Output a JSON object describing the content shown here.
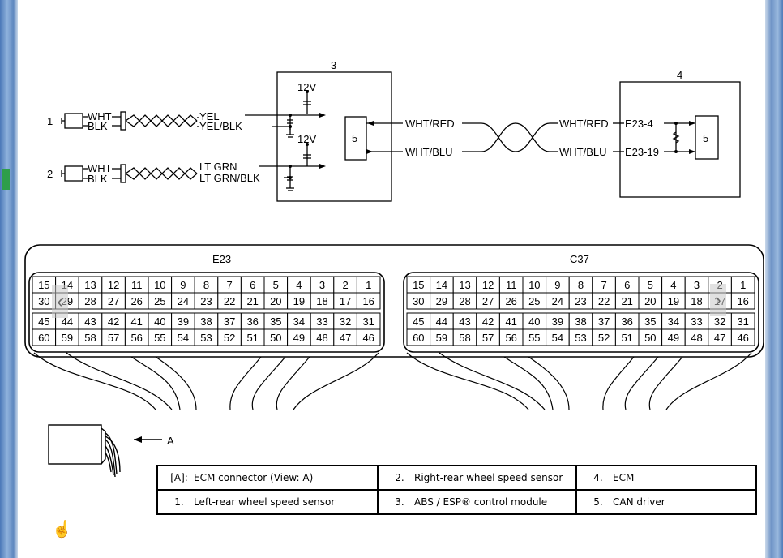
{
  "diagram": {
    "sensors": [
      {
        "num": "1",
        "wire_a": "WHT",
        "wire_b": "BLK",
        "out_a": "YEL",
        "out_b": "YEL/BLK"
      },
      {
        "num": "2",
        "wire_a": "WHT",
        "wire_b": "BLK",
        "out_a": "LT GRN",
        "out_b": "LT GRN/BLK"
      }
    ],
    "abs_module": {
      "num": "3",
      "v1": "12V",
      "v2": "12V",
      "driver": "5"
    },
    "ecm": {
      "num": "4",
      "driver": "5",
      "pin_a": "E23-4",
      "pin_b": "E23-19"
    },
    "can_left": {
      "a": "WHT/RED",
      "b": "WHT/BLU"
    },
    "can_right": {
      "a": "WHT/RED",
      "b": "WHT/BLU"
    }
  },
  "connectors": [
    {
      "name": "E23",
      "row1": [
        "15",
        "14",
        "13",
        "12",
        "11",
        "10",
        "9",
        "8",
        "7",
        "6",
        "5",
        "4",
        "3",
        "2",
        "1"
      ],
      "row2": [
        "30",
        "29",
        "28",
        "27",
        "26",
        "25",
        "24",
        "23",
        "22",
        "21",
        "20",
        "19",
        "18",
        "17",
        "16"
      ],
      "row3": [
        "45",
        "44",
        "43",
        "42",
        "41",
        "40",
        "39",
        "38",
        "37",
        "36",
        "35",
        "34",
        "33",
        "32",
        "31"
      ],
      "row4": [
        "60",
        "59",
        "58",
        "57",
        "56",
        "55",
        "54",
        "53",
        "52",
        "51",
        "50",
        "49",
        "48",
        "47",
        "46"
      ]
    },
    {
      "name": "C37",
      "row1": [
        "15",
        "14",
        "13",
        "12",
        "11",
        "10",
        "9",
        "8",
        "7",
        "6",
        "5",
        "4",
        "3",
        "2",
        "1"
      ],
      "row2": [
        "30",
        "29",
        "28",
        "27",
        "26",
        "25",
        "24",
        "23",
        "22",
        "21",
        "20",
        "19",
        "18",
        "17",
        "16"
      ],
      "row3": [
        "45",
        "44",
        "43",
        "42",
        "41",
        "40",
        "39",
        "38",
        "37",
        "36",
        "35",
        "34",
        "33",
        "32",
        "31"
      ],
      "row4": [
        "60",
        "59",
        "58",
        "57",
        "56",
        "55",
        "54",
        "53",
        "52",
        "51",
        "50",
        "49",
        "48",
        "47",
        "46"
      ]
    }
  ],
  "view_label": "A",
  "legend": {
    "r1c1_key": "[A]:",
    "r1c1_val": "ECM connector (View: A)",
    "r1c2_key": "2.",
    "r1c2_val": "Right-rear wheel speed sensor",
    "r1c3_key": "4.",
    "r1c3_val": "ECM",
    "r2c1_key": "1.",
    "r2c1_val": "Left-rear wheel speed sensor",
    "r2c2_key": "3.",
    "r2c2_val": "ABS / ESP® control module",
    "r2c3_key": "5.",
    "r2c3_val": "CAN driver"
  },
  "icons": {
    "cursor": "hand-pointer-icon",
    "prev": "chevron-left-icon",
    "next": "chevron-right-icon"
  }
}
